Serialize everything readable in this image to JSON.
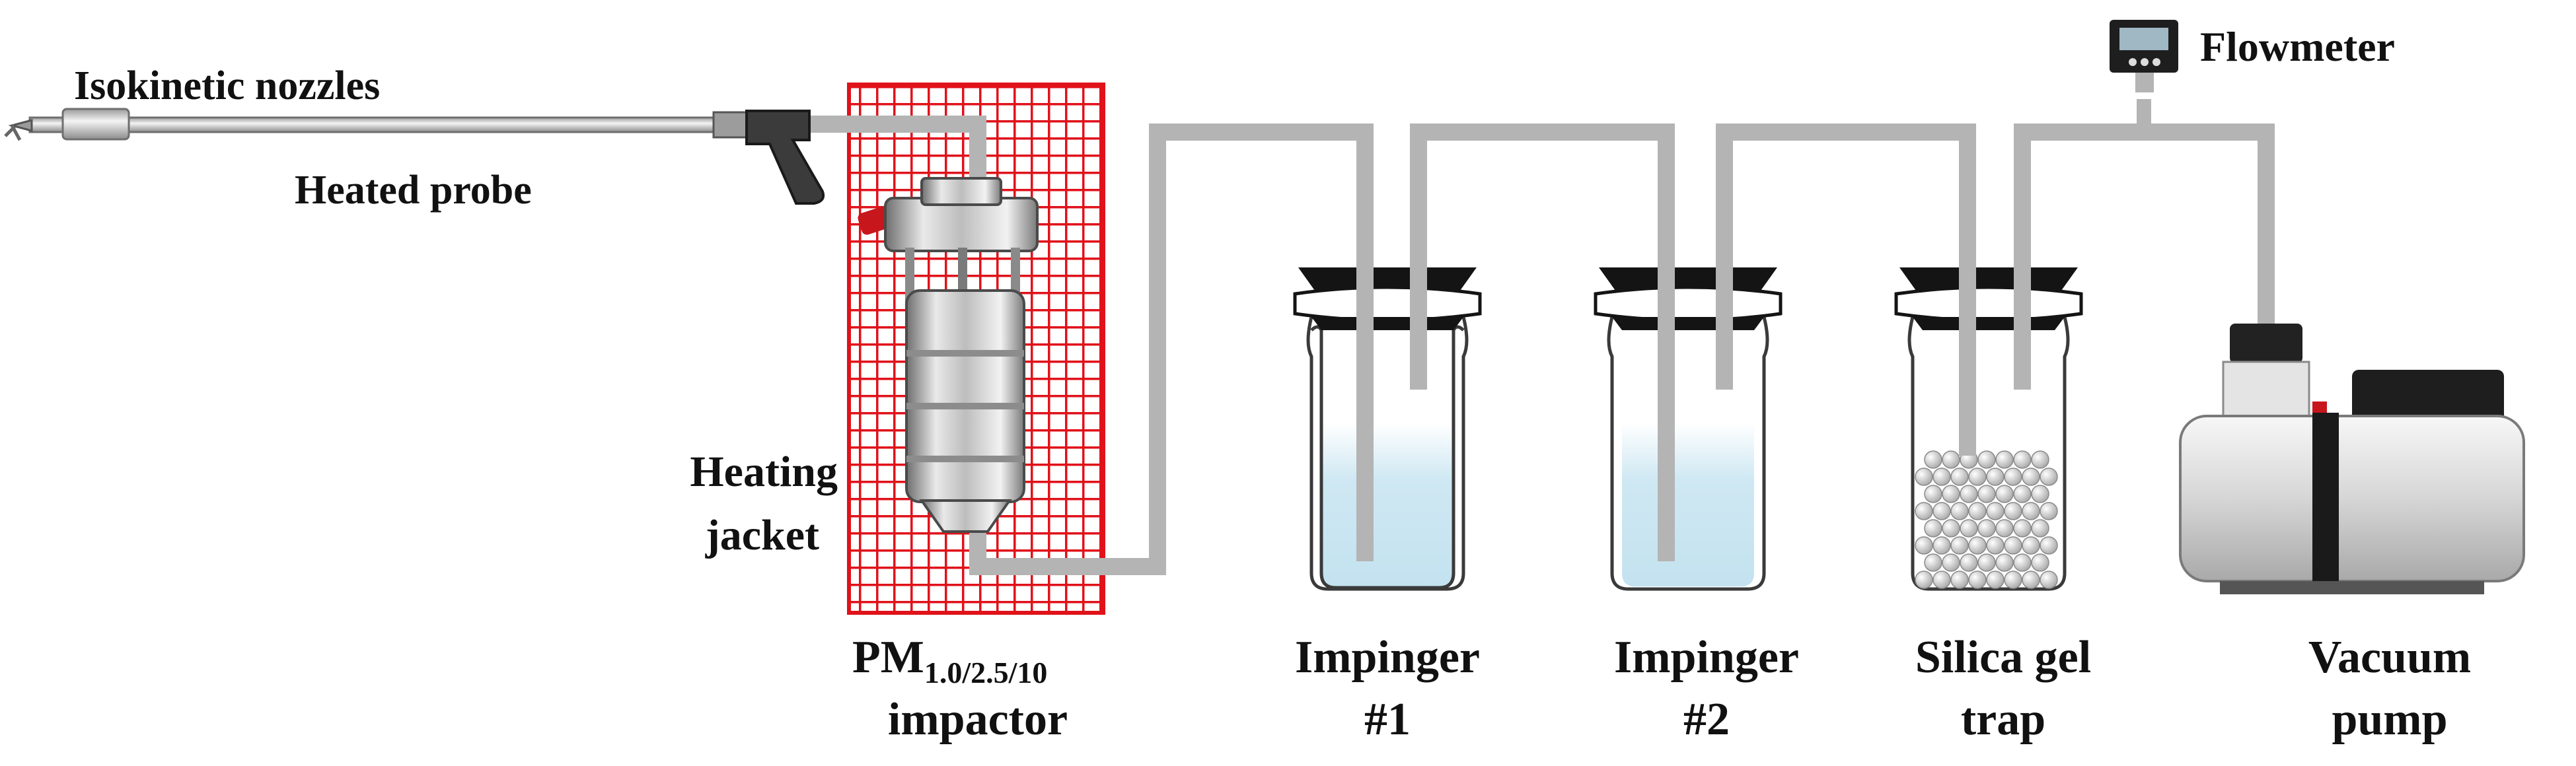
{
  "labels": {
    "nozzles": "Isokinetic nozzles",
    "probe": "Heated probe",
    "heating_jacket_line1": "Heating",
    "heating_jacket_line2": "jacket",
    "impactor_pm": "PM",
    "impactor_sizes": "1.0/2.5/10",
    "impactor_word": "impactor",
    "impinger1_line1": "Impinger",
    "impinger1_line2": "#1",
    "impinger2_line1": "Impinger",
    "impinger2_line2": "#2",
    "silica_line1": "Silica gel",
    "silica_line2": "trap",
    "pump_line1": "Vacuum",
    "pump_line2": "pump",
    "flowmeter": "Flowmeter"
  },
  "colors": {
    "tube": "#b4b4b4",
    "grid_red": "#e0121a",
    "water": "#cfe8f3",
    "jar_outline": "#3a3a3a",
    "cap": "#141414",
    "valve_red": "#c8161d"
  },
  "icons": {
    "flowmeter": "flowmeter-icon",
    "pump": "vacuum-pump-icon",
    "impactor": "impactor-icon",
    "probe": "heated-probe-icon"
  }
}
